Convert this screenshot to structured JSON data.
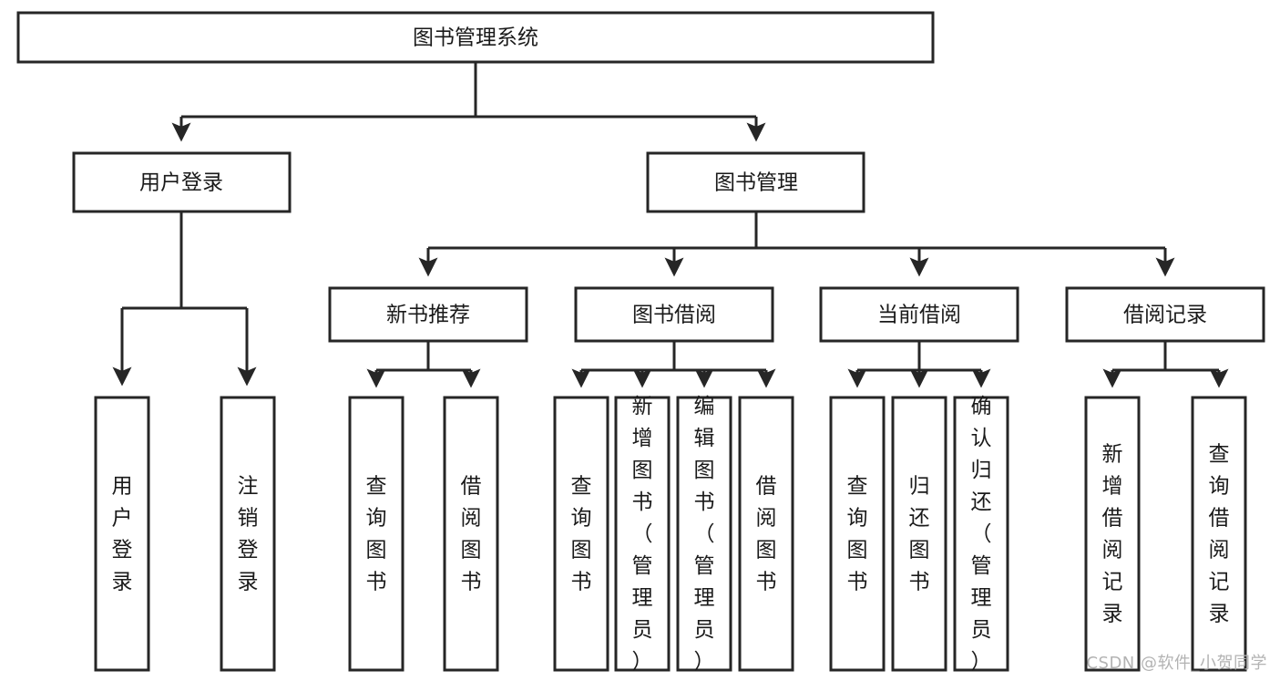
{
  "diagram": {
    "title": "图书管理系统",
    "watermark": "CSDN @软件_小贺同学",
    "orientation": "top-down-tree",
    "colors": {
      "stroke": "#262626",
      "fill": "#ffffff",
      "text": "#1a1a1a",
      "watermark": "#b3b3b3"
    },
    "levels": [
      {
        "level": 1,
        "nodes": [
          {
            "id": "root",
            "label": "图书管理系统",
            "orientation": "horizontal"
          }
        ]
      },
      {
        "level": 2,
        "nodes": [
          {
            "id": "user-login",
            "label": "用户登录",
            "orientation": "horizontal",
            "parent": "root"
          },
          {
            "id": "book-manage",
            "label": "图书管理",
            "orientation": "horizontal",
            "parent": "root"
          }
        ]
      },
      {
        "level": 3,
        "nodes": [
          {
            "id": "new-book-rec",
            "label": "新书推荐",
            "orientation": "horizontal",
            "parent": "book-manage"
          },
          {
            "id": "book-borrow",
            "label": "图书借阅",
            "orientation": "horizontal",
            "parent": "book-manage"
          },
          {
            "id": "current-borrow",
            "label": "当前借阅",
            "orientation": "horizontal",
            "parent": "book-manage"
          },
          {
            "id": "borrow-record",
            "label": "借阅记录",
            "orientation": "horizontal",
            "parent": "book-manage"
          }
        ]
      },
      {
        "level": 4,
        "nodes": [
          {
            "id": "leaf-user-login",
            "label": "用户登录",
            "orientation": "vertical",
            "parent": "user-login"
          },
          {
            "id": "leaf-logout",
            "label": "注销登录",
            "orientation": "vertical",
            "parent": "user-login"
          },
          {
            "id": "leaf-query-book-1",
            "label": "查询图书",
            "orientation": "vertical",
            "parent": "new-book-rec"
          },
          {
            "id": "leaf-borrow-book-1",
            "label": "借阅图书",
            "orientation": "vertical",
            "parent": "new-book-rec"
          },
          {
            "id": "leaf-query-book-2",
            "label": "查询图书",
            "orientation": "vertical",
            "parent": "book-borrow"
          },
          {
            "id": "leaf-add-book",
            "label": "新增图书（管理员）",
            "orientation": "vertical",
            "parent": "book-borrow"
          },
          {
            "id": "leaf-edit-book",
            "label": "编辑图书（管理员）",
            "orientation": "vertical",
            "parent": "book-borrow"
          },
          {
            "id": "leaf-borrow-book-2",
            "label": "借阅图书",
            "orientation": "vertical",
            "parent": "book-borrow"
          },
          {
            "id": "leaf-query-book-3",
            "label": "查询图书",
            "orientation": "vertical",
            "parent": "current-borrow"
          },
          {
            "id": "leaf-return-book",
            "label": "归还图书",
            "orientation": "vertical",
            "parent": "current-borrow"
          },
          {
            "id": "leaf-confirm-return",
            "label": "确认归还（管理员）",
            "orientation": "vertical",
            "parent": "current-borrow"
          },
          {
            "id": "leaf-add-record",
            "label": "新增借阅记录",
            "orientation": "vertical",
            "parent": "borrow-record"
          },
          {
            "id": "leaf-query-record",
            "label": "查询借阅记录",
            "orientation": "vertical",
            "parent": "borrow-record"
          }
        ]
      }
    ]
  }
}
